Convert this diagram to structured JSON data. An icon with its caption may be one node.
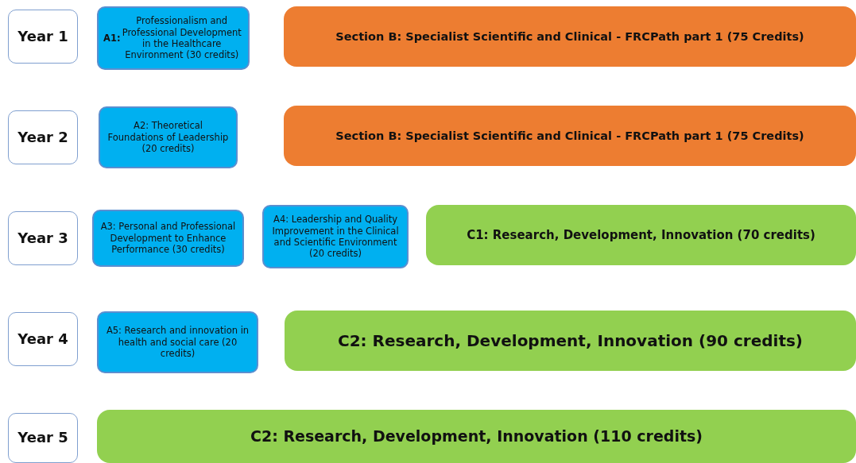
{
  "diagram": {
    "nodes": [
      {
        "text": [
          "Year 1"
        ]
      },
      {
        "text": [
          "**A1:** Professionalism and Professional Development in the Healthcare Environment  (30 credits)"
        ]
      },
      {
        "text": [
          "Section B: Specialist Scientific and Clinical - FRCPath part 1 (75 Credits)"
        ]
      },
      {
        "text": [
          "Year 2"
        ]
      },
      {
        "text": [
          "A2: Theoretical Foundations of Leadership (20 credits)"
        ]
      },
      {
        "text": [
          "Section B: Specialist Scientific and Clinical - FRCPath part 1 (75 Credits)"
        ]
      },
      {
        "text": [
          "Year 3"
        ]
      },
      {
        "text": [
          "A3: Personal and Professional Development to Enhance Performance (30 credits)"
        ]
      },
      {
        "text": [
          "A4: Leadership and Quality Improvement  in the Clinical and Scientific Environment  (20 credits)"
        ]
      },
      {
        "text": [
          "C1: Research, Development, Innovation (70 credits)"
        ]
      },
      {
        "text": [
          "Year 4"
        ]
      },
      {
        "text": [
          "A5: Research and innovation  in health and social care (20 credits)"
        ]
      },
      {
        "text": [
          "C2: Research, Development, Innovation (90 credits)"
        ]
      },
      {
        "text": [
          "Year 5"
        ]
      },
      {
        "text": [
          "C2: Research, Development, Innovation (110 credits)"
        ]
      }
    ]
  }
}
